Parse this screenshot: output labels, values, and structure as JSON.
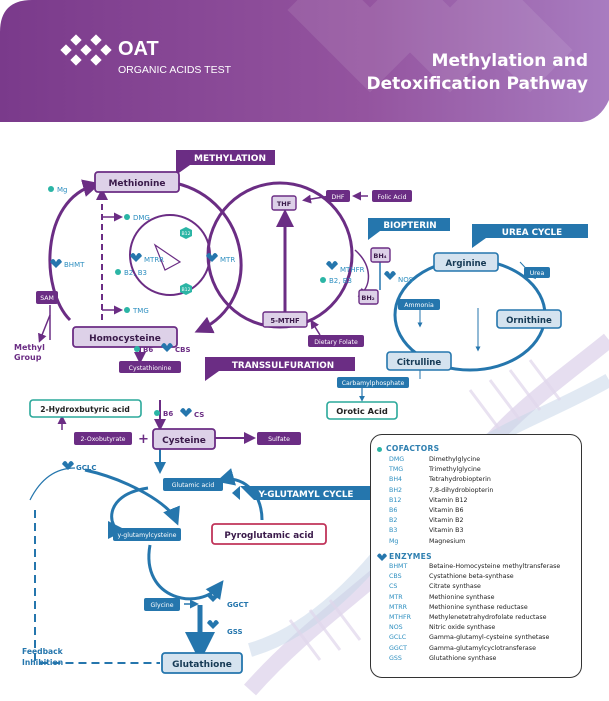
{
  "header": {
    "logo_short": "OAT",
    "logo_long": "ORGANIC ACIDS TEST",
    "title_line1": "Methylation and",
    "title_line2": "Detoxification Pathway"
  },
  "banners": {
    "methylation": "METHYLATION",
    "biopterin": "BIOPTERIN",
    "urea_cycle": "UREA CYCLE",
    "transsulfuration": "TRANSSULFURATION",
    "glutamyl": "Y-GLUTAMYL CYCLE"
  },
  "nodes": {
    "methionine": "Methionine",
    "homocysteine": "Homocysteine",
    "cysteine": "Cysteine",
    "glutathione": "Glutathione",
    "pyroglutamic": "Pyroglutamic acid",
    "hydroxybutyric": "2-Hydroxbutyric acid",
    "orotic": "Orotic Acid",
    "arginine": "Arginine",
    "ornithine": "Ornithine",
    "citrulline": "Citrulline",
    "thf": "THF",
    "mthf": "5-MTHF",
    "bh4": "BH₄",
    "bh2": "BH₂",
    "dhf": "DHF"
  },
  "small_labels": {
    "folic_acid": "Folic Acid",
    "dietary_folate": "Dietary Folate",
    "sam": "SAM",
    "cystathionine": "Cystathionine",
    "oxobutyrate": "2-Oxobutyrate",
    "sulfate": "Sulfate",
    "glutamic_acid": "Glutamic acid",
    "glutamylcysteine": "y-glutamylcysteine",
    "glycine": "Glycine",
    "ammonia": "Ammonia",
    "urea": "Urea",
    "carbamylphosphate": "Carbamylphosphate",
    "b12_top": "B12",
    "b12_bottom": "B12"
  },
  "annotations": {
    "mg": "Mg",
    "dmg": "DMG",
    "bhmt": "BHMT",
    "mtrr": "MTRR",
    "b2b3_left": "B2, B3",
    "mtr": "MTR",
    "tmg": "TMG",
    "mthfr": "MTHFR",
    "b2b3_right": "B2, B3",
    "nos": "NOS",
    "b6_cbs": "B6",
    "cbs": "CBS",
    "b6_cs": "B6",
    "cs": "CS",
    "gclc": "GCLC",
    "ggct": "GGCT",
    "gss": "GSS",
    "methyl_group_1": "Methyl",
    "methyl_group_2": "Group",
    "feedback_1": "Feedback",
    "feedback_2": "Inhibition",
    "plus": "+"
  },
  "legend": {
    "cofactors_title": "COFACTORS",
    "cofactors": [
      {
        "abbr": "DMG",
        "name": "Dimethylglycine"
      },
      {
        "abbr": "TMG",
        "name": "Trimethylglycine"
      },
      {
        "abbr": "BH4",
        "name": "Tetrahydrobiopterin"
      },
      {
        "abbr": "BH2",
        "name": "7,8-dihydrobiopterin"
      },
      {
        "abbr": "B12",
        "name": "Vitamin B12"
      },
      {
        "abbr": "B6",
        "name": "Vitamin B6"
      },
      {
        "abbr": "B2",
        "name": "Vitamin B2"
      },
      {
        "abbr": "B3",
        "name": "Vitamin B3"
      },
      {
        "abbr": "Mg",
        "name": "Magnesium"
      }
    ],
    "enzymes_title": "ENZYMES",
    "enzymes": [
      {
        "abbr": "BHMT",
        "name": "Betaine-Homocysteine methyltransferase"
      },
      {
        "abbr": "CBS",
        "name": "Cystathione beta-synthase"
      },
      {
        "abbr": "CS",
        "name": "Citrate synthase"
      },
      {
        "abbr": "MTR",
        "name": "Methionine synthase"
      },
      {
        "abbr": "MTRR",
        "name": "Methionine synthase reductase"
      },
      {
        "abbr": "MTHFR",
        "name": "Methylenetetrahydrofolate reductase"
      },
      {
        "abbr": "NOS",
        "name": "Nitric oxide synthase"
      },
      {
        "abbr": "GCLC",
        "name": "Gamma-glutamyl-cysteine synthetase"
      },
      {
        "abbr": "GGCT",
        "name": "Gamma-glutamylcyclotransferase"
      },
      {
        "abbr": "GSS",
        "name": "Glutathione synthase"
      }
    ]
  },
  "colors": {
    "purple": "#6b2d84",
    "purple_light": "#d9cde6",
    "blue": "#2576ad",
    "blue_light": "#d5e3ef",
    "teal": "#2bb5a5",
    "header_a": "#7b3c8d",
    "header_b": "#a978bd",
    "crimson": "#c0345a"
  }
}
